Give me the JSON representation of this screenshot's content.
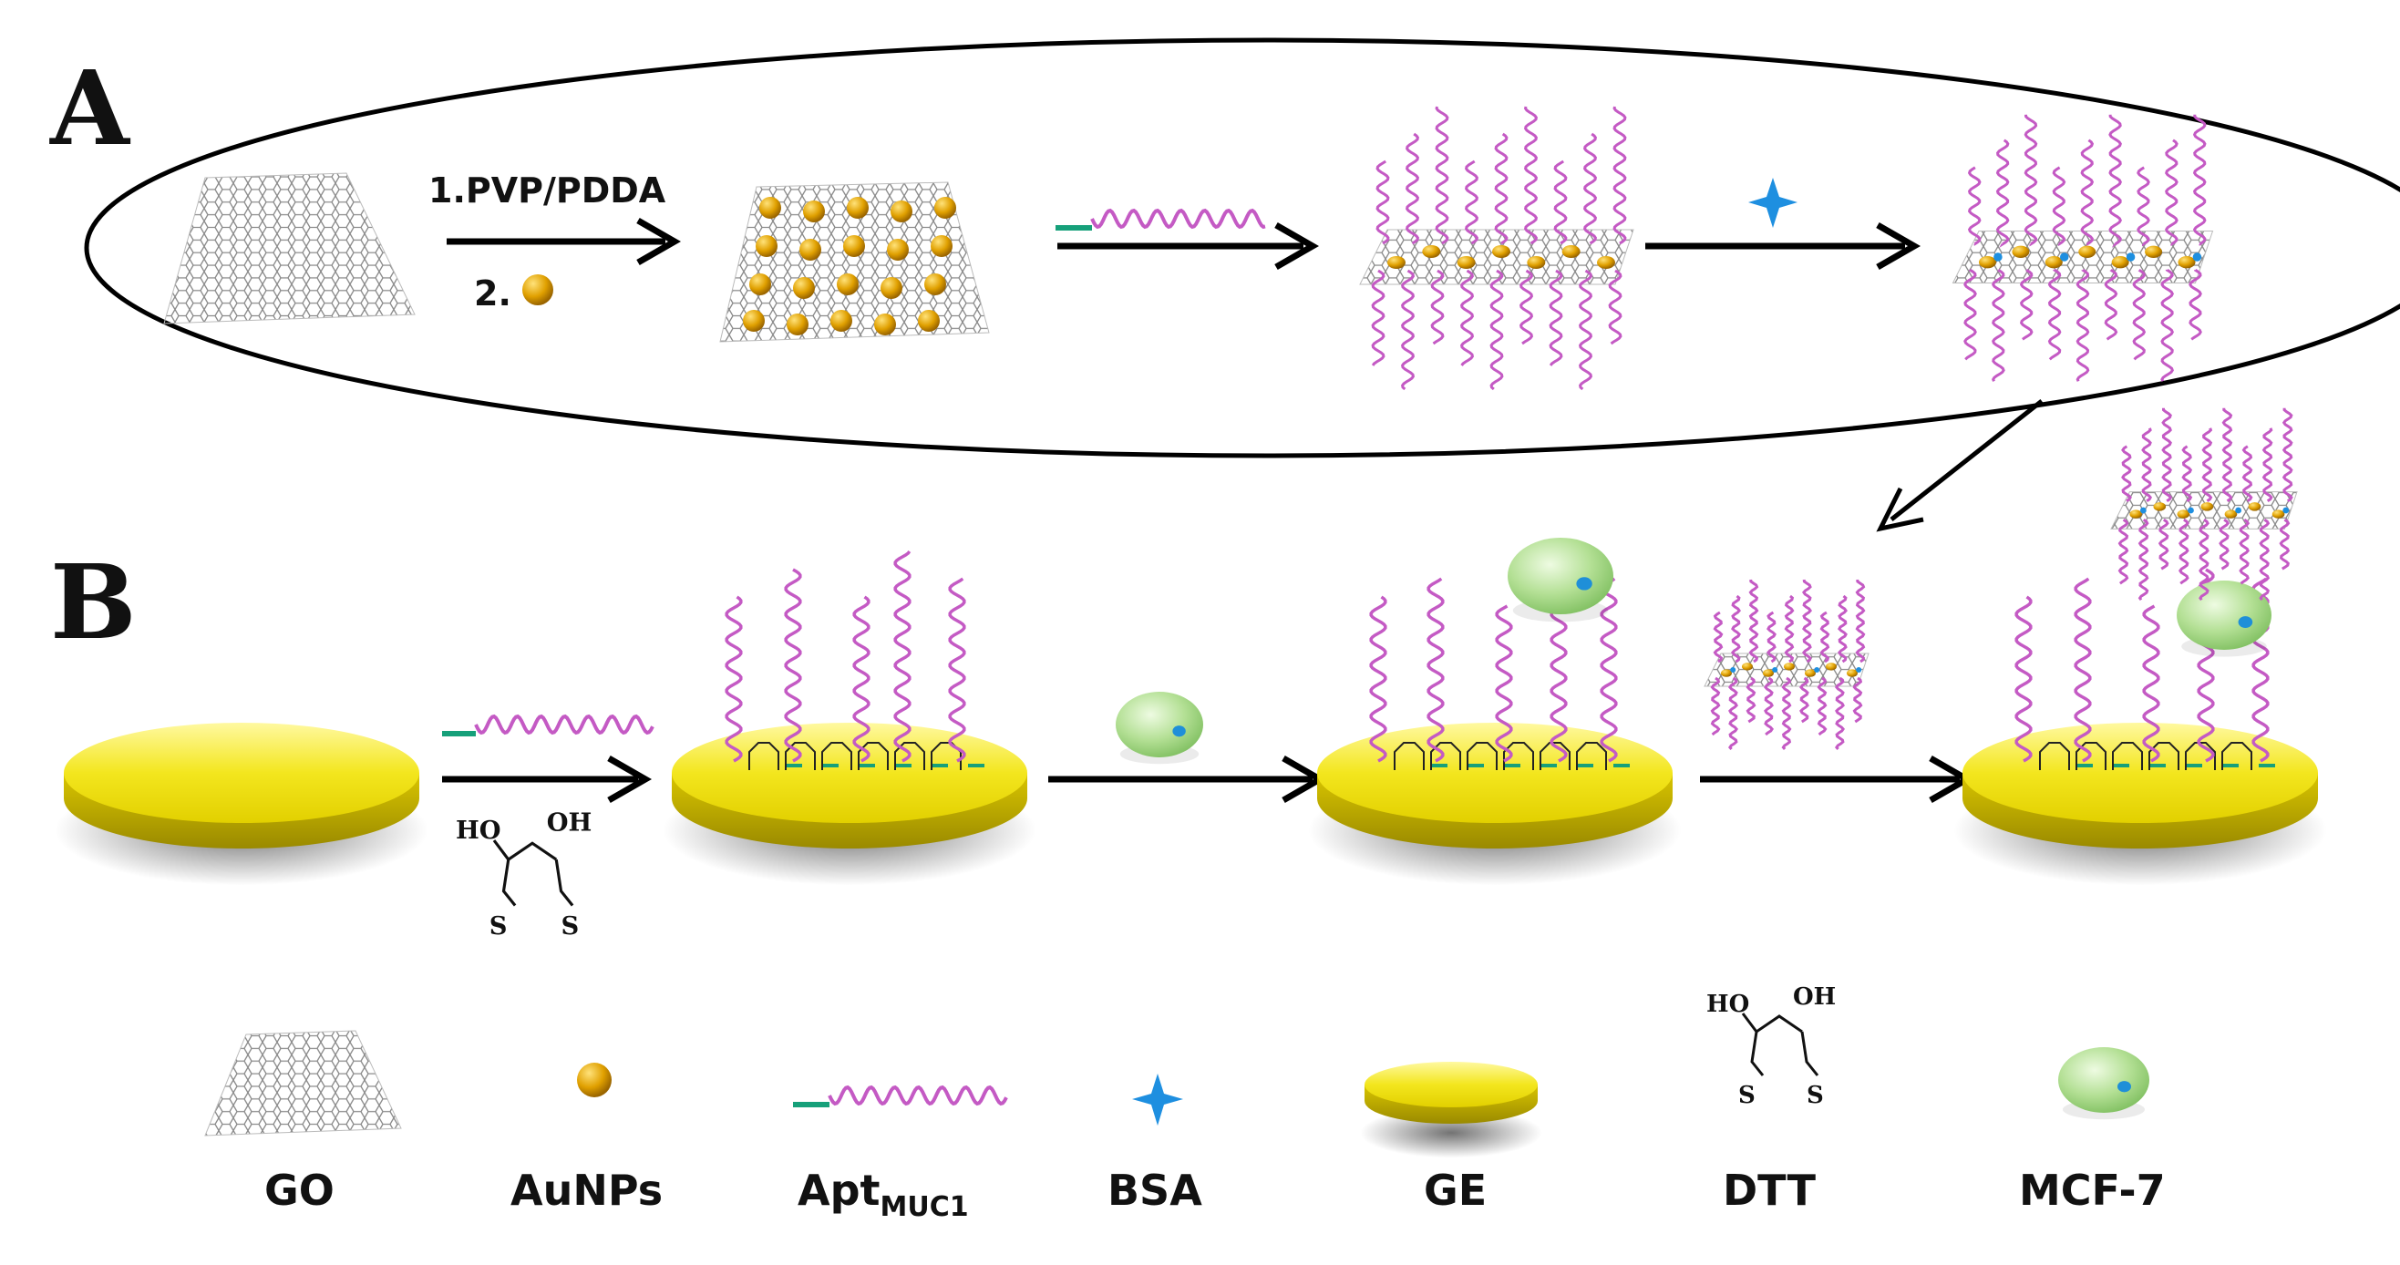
{
  "panels": {
    "a": "A",
    "b": "B"
  },
  "steps": {
    "step1": "1.PVP/PDDA",
    "step2": "2."
  },
  "dtt_atoms": {
    "ho": "HO",
    "oh": "OH",
    "s": "S"
  },
  "legend": {
    "go": "GO",
    "aunps": "AuNPs",
    "apt_main": "Apt",
    "apt_sub": "MUC1",
    "bsa": "BSA",
    "ge": "GE",
    "dtt": "DTT",
    "mcf7": "MCF-7"
  },
  "colors": {
    "gold": "#f1e31a",
    "aunp": "#e1a300",
    "aptamer": "#c45ac4",
    "linker": "#16a07a",
    "bsa": "#1e8fe0",
    "cell": "#a9d98a",
    "nucleus": "#1f8fd8",
    "graphene": "#9a9a9a"
  }
}
